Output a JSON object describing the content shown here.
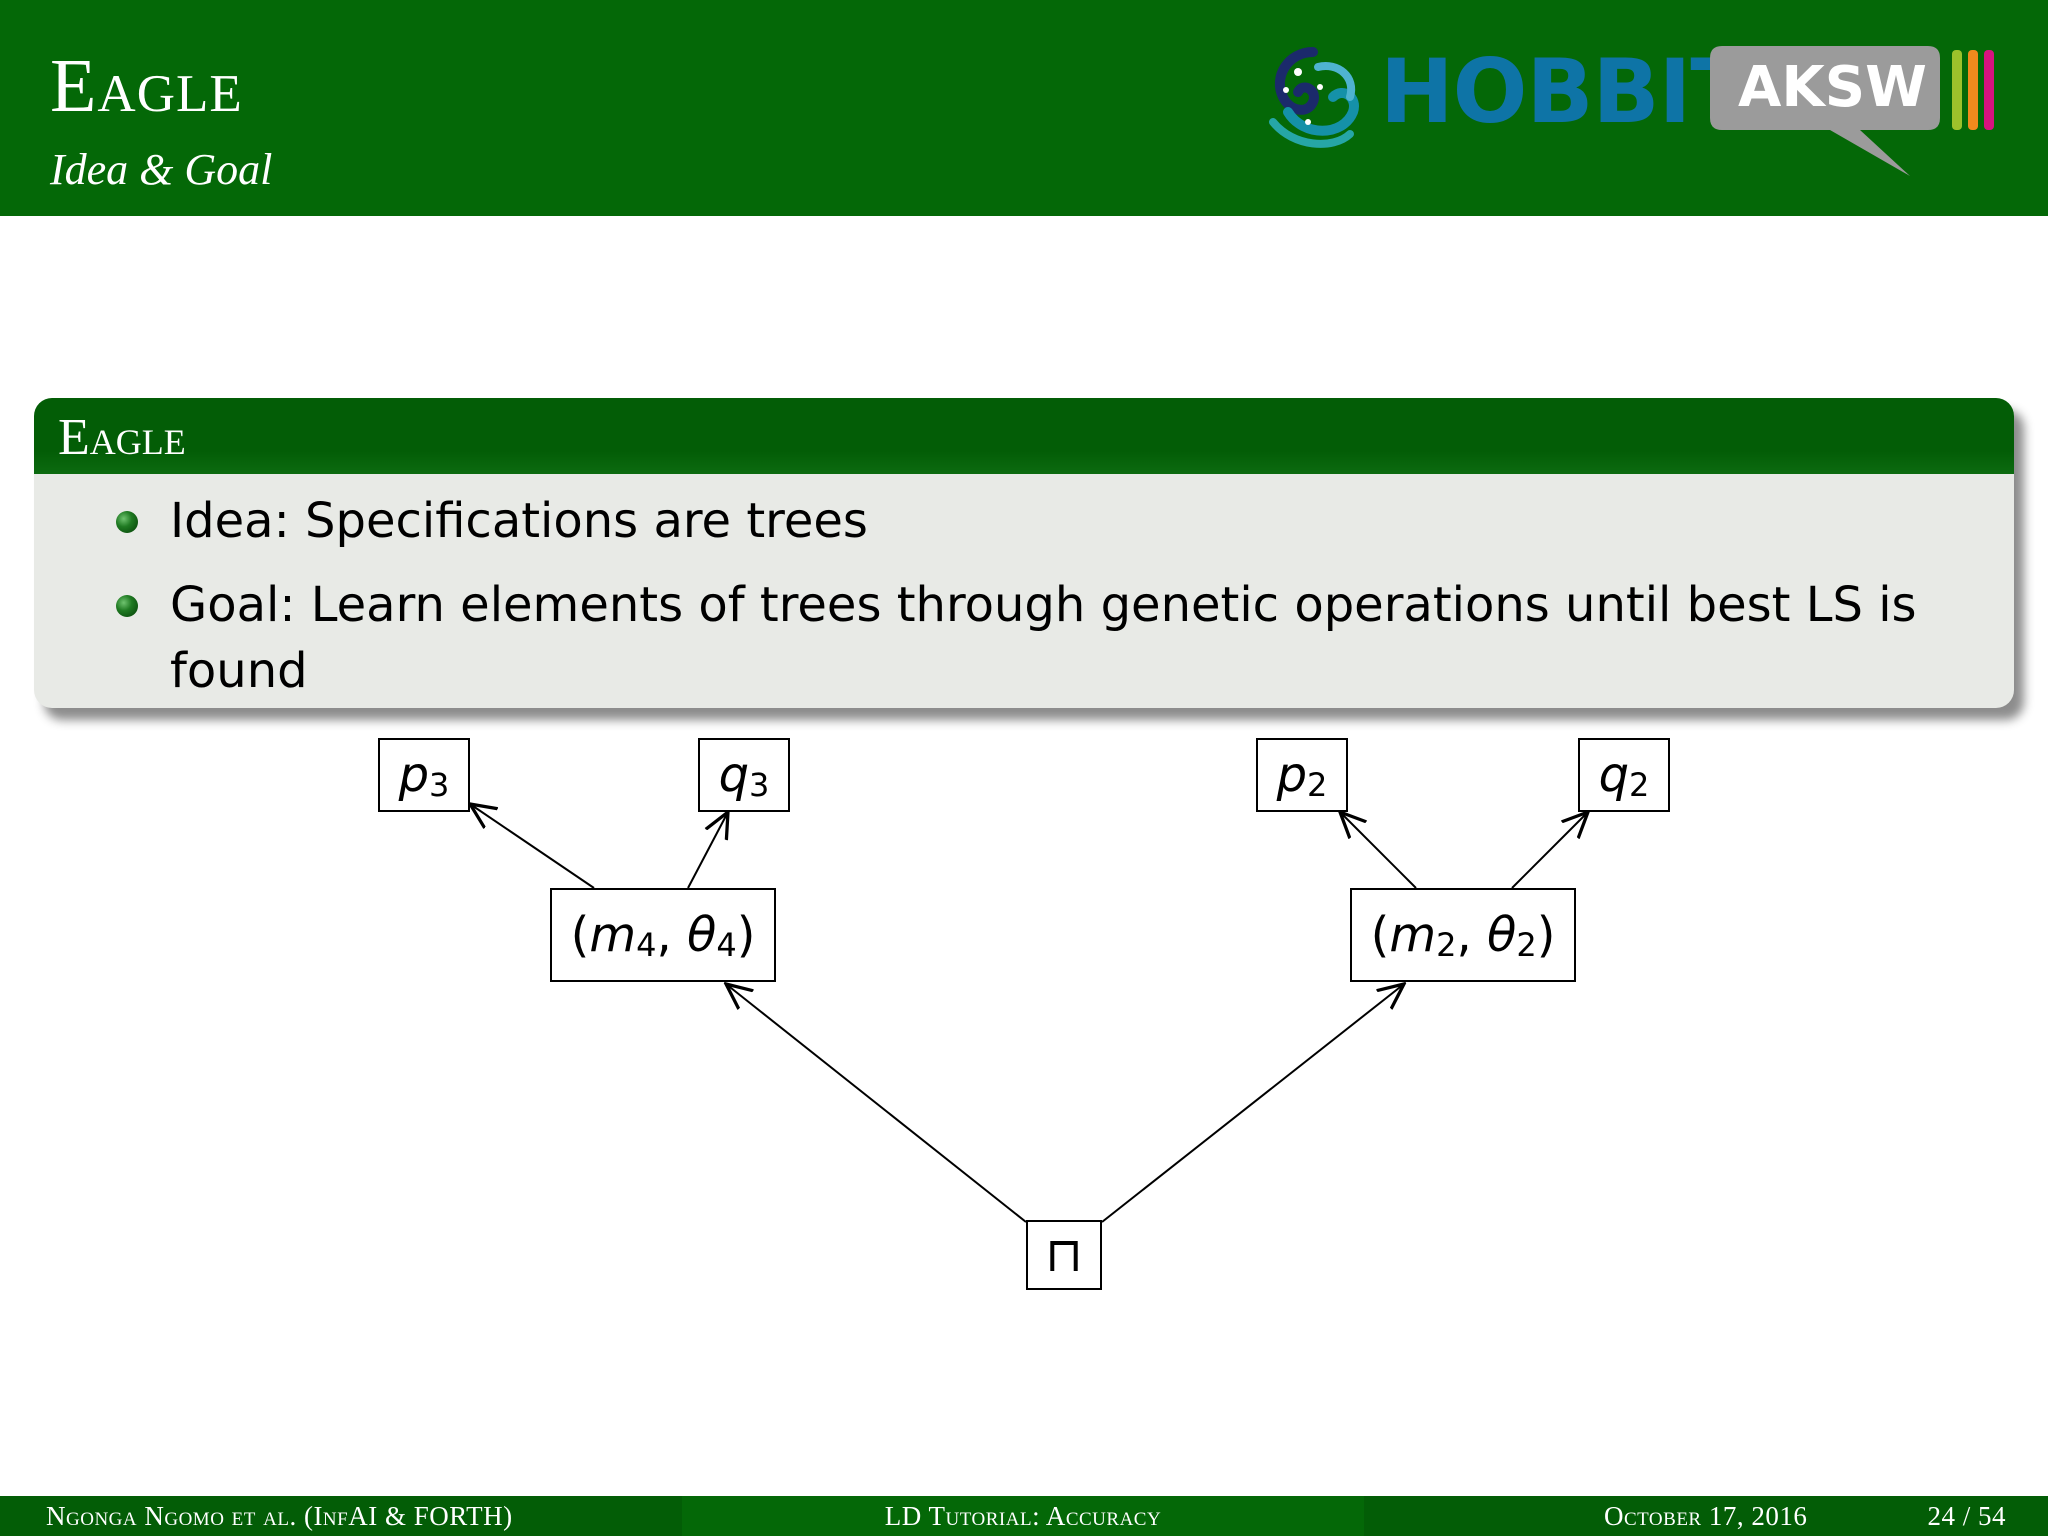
{
  "header": {
    "title": "Eagle",
    "subtitle": "Idea & Goal",
    "logos": {
      "hobbit": "HOBBIT",
      "aksw": "AKSW",
      "colors": {
        "hobbit_blue": "#0e74a6",
        "aksw_gray": "#9b9b9b",
        "stripe_green": "#9cc22b",
        "stripe_orange": "#f08a1d",
        "stripe_magenta": "#d6137e"
      }
    }
  },
  "block": {
    "title": "Eagle",
    "bullets": [
      "Idea: Specifications are trees",
      "Goal: Learn elements of trees through genetic operations until best LS is found"
    ]
  },
  "tree": {
    "root": {
      "symbol": "⊓"
    },
    "left": {
      "measure": "m",
      "measure_index": "4",
      "threshold": "θ",
      "threshold_index": "4",
      "children": [
        {
          "symbol": "p",
          "index": "3"
        },
        {
          "symbol": "q",
          "index": "3"
        }
      ]
    },
    "right": {
      "measure": "m",
      "measure_index": "2",
      "threshold": "θ",
      "threshold_index": "2",
      "children": [
        {
          "symbol": "p",
          "index": "2"
        },
        {
          "symbol": "q",
          "index": "2"
        }
      ]
    }
  },
  "footer": {
    "authors": "Ngonga Ngomo et al. (InfAI & FORTH)",
    "talk": "LD Tutorial: Accuracy",
    "date": "October 17, 2016",
    "page": "24 / 54"
  },
  "colors": {
    "header_green": "#046807",
    "block_title_green": "#035d06",
    "block_body": "#e8eae6"
  }
}
